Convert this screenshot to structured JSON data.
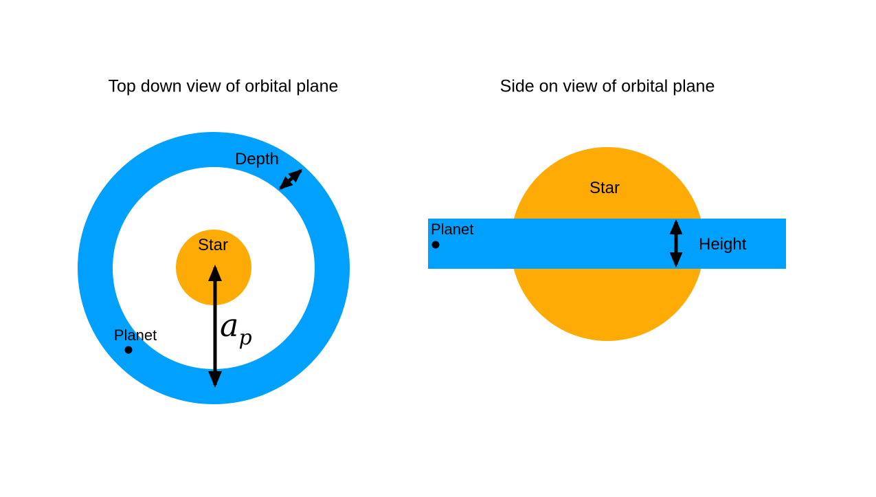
{
  "colors": {
    "blue": "#00A0FF",
    "orange": "#FFAB05",
    "black": "#000000",
    "background": "#FFFFFF"
  },
  "left_panel": {
    "title": "Top down view of orbital plane",
    "star_label": "Star",
    "planet_label": "Planet",
    "depth_label": "Depth",
    "semimajor_axis_label": {
      "base": "a",
      "subscript": "p"
    }
  },
  "right_panel": {
    "title": "Side on view of orbital plane",
    "star_label": "Star",
    "planet_label": "Planet",
    "height_label": "Height"
  }
}
